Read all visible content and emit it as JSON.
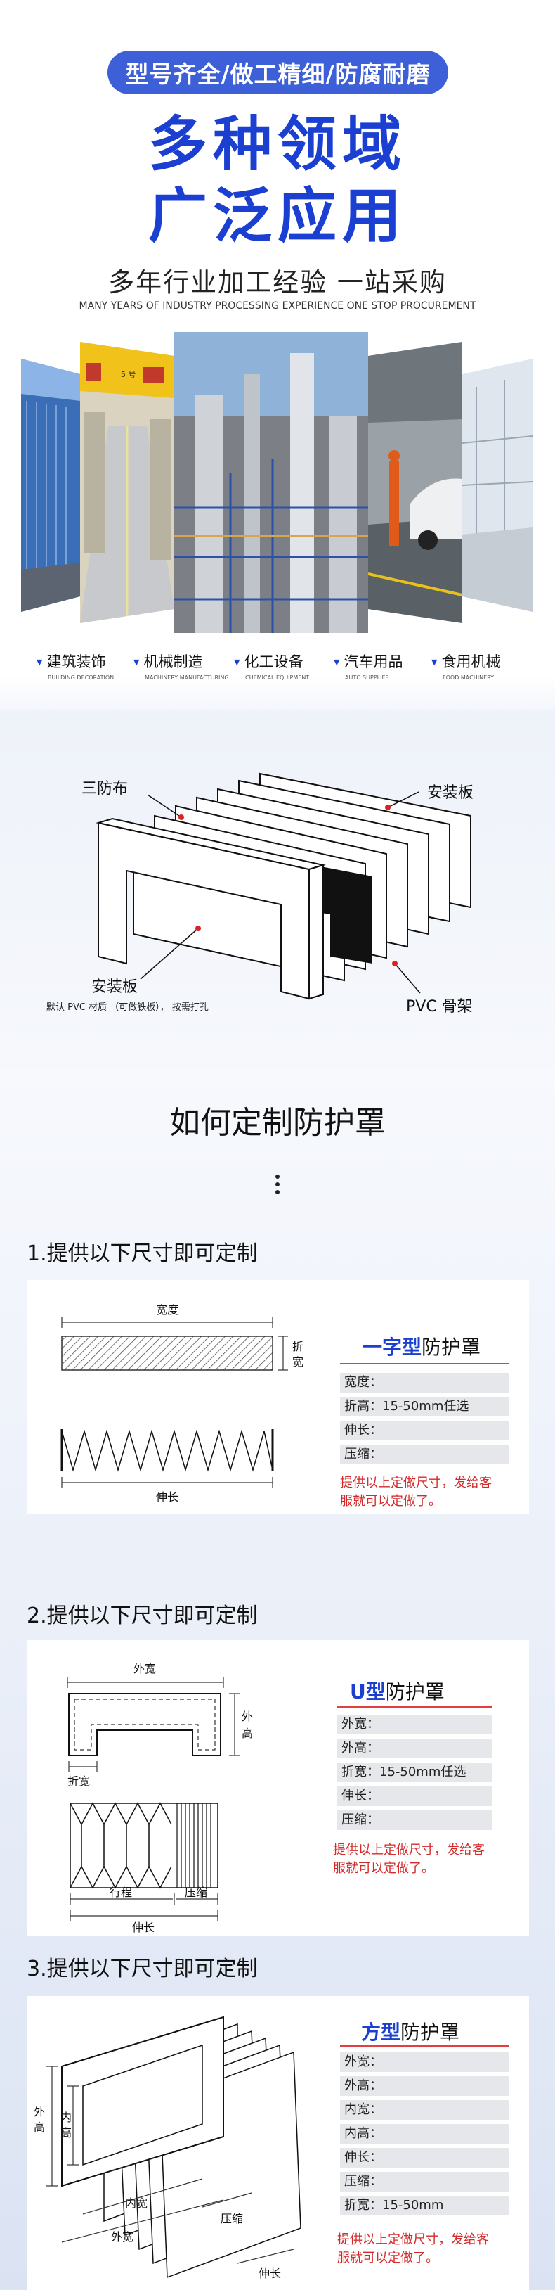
{
  "hero": {
    "badge": "型号齐全/做工精细/防腐耐磨",
    "title_line1": "多种领域",
    "title_line2": "广泛应用",
    "subtitle": "多年行业加工经验 一站采购",
    "subtitle_en": "MANY YEARS OF INDUSTRY PROCESSING EXPERIENCE ONE STOP PROCUREMENT",
    "categories": [
      {
        "cn": "建筑装饰",
        "en": "BUILDING DECORATION"
      },
      {
        "cn": "机械制造",
        "en": "MACHINERY MANUFACTURING"
      },
      {
        "cn": "化工设备",
        "en": "CHEMICAL EQUIPMENT"
      },
      {
        "cn": "汽车用品",
        "en": "AUTO SUPPLIES"
      },
      {
        "cn": "食用机械",
        "en": "FOOD MACHINERY"
      }
    ],
    "photo_sign": "5 号"
  },
  "structure": {
    "label_cloth": "三防布",
    "label_plate_top": "安装板",
    "label_plate_bottom": "安装板",
    "label_plate_note": "默认 PVC 材质 （可做铁板）， 按需打孔",
    "label_frame": "PVC 骨架"
  },
  "howto": {
    "title": "如何定制防护罩",
    "sections": [
      {
        "heading": "1.提供以下尺寸即可定制",
        "type_accent": "一字型",
        "type_rest": "防护罩",
        "rows": [
          "宽度：",
          "折高：15-50mm任选",
          "伸长：",
          "压缩："
        ],
        "note_line1": "提供以上定做尺寸，发给客",
        "note_line2": "服就可以定做了。",
        "dims": {
          "width": "宽度",
          "fold": "折",
          "fold2": "宽",
          "extend": "伸长"
        }
      },
      {
        "heading": "2.提供以下尺寸即可定制",
        "type_accent": "U型",
        "type_rest": "防护罩",
        "rows": [
          "外宽：",
          "外高：",
          "折宽：15-50mm任选",
          "伸长：",
          "压缩："
        ],
        "note_line1": "提供以上定做尺寸，发给客",
        "note_line2": "服就可以定做了。",
        "dims": {
          "outer_width": "外宽",
          "outer_height1": "外",
          "outer_height2": "高",
          "fold_width": "折宽",
          "stroke": "行程",
          "compress": "压缩",
          "extend": "伸长"
        }
      },
      {
        "heading": "3.提供以下尺寸即可定制",
        "type_accent": "方型",
        "type_rest": "防护罩",
        "rows": [
          "外宽：",
          "外高：",
          "内宽：",
          "内高：",
          "伸长：",
          "压缩：",
          "折宽：15-50mm"
        ],
        "note_line1": "提供以上定做尺寸，发给客",
        "note_line2": "服就可以定做了。",
        "dims": {
          "outer_height1": "外",
          "outer_height2": "高",
          "inner_height1": "内",
          "inner_height2": "高",
          "inner_width": "内宽",
          "outer_width": "外宽",
          "compress": "压缩",
          "extend": "伸长"
        }
      }
    ]
  },
  "colors": {
    "brand_blue": "#1a3fd1",
    "badge_blue": "#3d5fd7",
    "note_red": "#d42a2a"
  }
}
